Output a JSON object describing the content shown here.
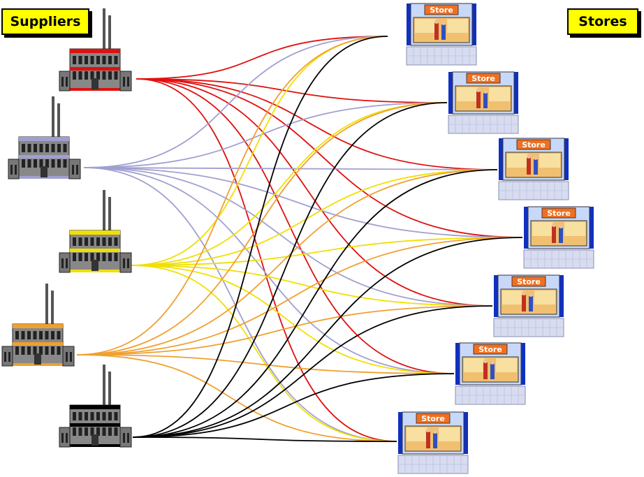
{
  "suppliers_label": "Suppliers",
  "stores_label": "Stores",
  "store_sign_text": "Store",
  "supplier_colors": [
    "#e01010",
    "#a0a0d0",
    "#f0e000",
    "#f0a030",
    "#000000"
  ],
  "suppliers": [
    {
      "color": "#e01010"
    },
    {
      "color": "#a0a0d0"
    },
    {
      "color": "#f0e000"
    },
    {
      "color": "#f0a030"
    },
    {
      "color": "#000000"
    }
  ],
  "stores": [
    {
      "sign": "Store"
    },
    {
      "sign": "Store"
    },
    {
      "sign": "Store"
    },
    {
      "sign": "Store"
    },
    {
      "sign": "Store"
    },
    {
      "sign": "Store"
    },
    {
      "sign": "Store"
    }
  ]
}
